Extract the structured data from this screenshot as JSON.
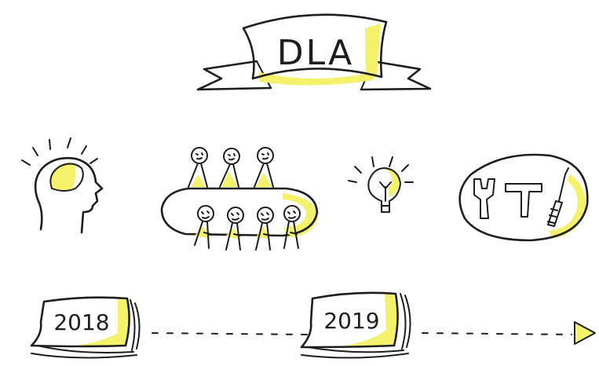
{
  "banner": {
    "title": "DLA"
  },
  "timeline": {
    "milestones": [
      {
        "label": "2018"
      },
      {
        "label": "2019"
      }
    ]
  },
  "colors": {
    "ink": "#1e1e1e",
    "highlight": "#f3f26a",
    "background": "#ffffff"
  },
  "icons": [
    "thinking-head-icon",
    "team-meeting-table-icon",
    "lightbulb-icon",
    "tools-icon",
    "arrowhead-icon"
  ]
}
